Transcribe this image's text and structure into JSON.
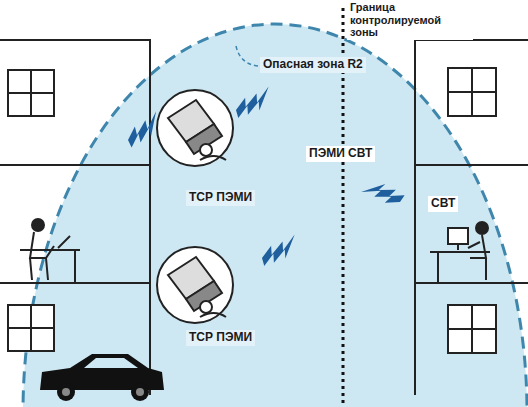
{
  "diagram": {
    "labels": [
      "Граница контролируемой зоны",
      "Опасная зона R2",
      "ПЭМИ СВТ",
      "ТСР ПЭМИ",
      "СВТ",
      "ТСР ПЭМИ"
    ]
  }
}
